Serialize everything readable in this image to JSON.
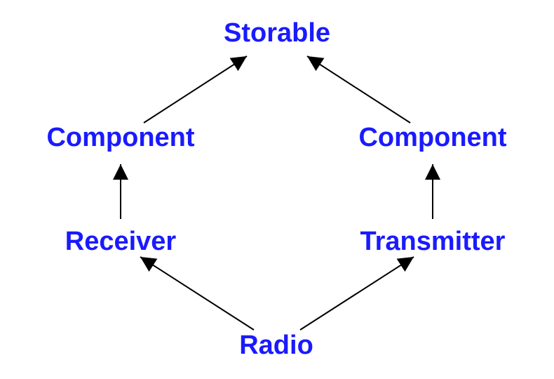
{
  "diagram": {
    "type": "inheritance-hierarchy",
    "text_color": "#1a1aff",
    "edge_color": "#000000",
    "nodes": {
      "storable": "Storable",
      "component_left": "Component",
      "component_right": "Component",
      "receiver": "Receiver",
      "transmitter": "Transmitter",
      "radio": "Radio"
    },
    "edges": [
      {
        "from": "component_left",
        "to": "storable"
      },
      {
        "from": "component_right",
        "to": "storable"
      },
      {
        "from": "receiver",
        "to": "component_left"
      },
      {
        "from": "transmitter",
        "to": "component_right"
      },
      {
        "from": "radio",
        "to": "receiver"
      },
      {
        "from": "radio",
        "to": "transmitter"
      }
    ]
  }
}
